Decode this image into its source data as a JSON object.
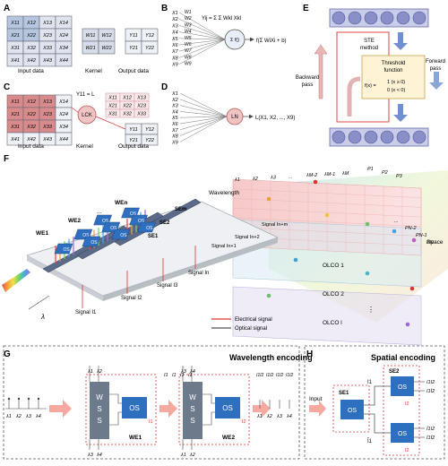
{
  "panels": {
    "A": {
      "letter": "A",
      "input_label": "Input data",
      "kernel_label": "Kernel",
      "output_label": "Output data",
      "input_cells": [
        "X11",
        "X12",
        "X13",
        "X14",
        "X21",
        "X22",
        "X23",
        "X24",
        "X31",
        "X32",
        "X33",
        "X34",
        "X41",
        "X42",
        "X43",
        "X44"
      ],
      "kernel_cells": [
        "W11",
        "W12",
        "W21",
        "W22"
      ],
      "output_cells": [
        "Y11",
        "Y12",
        "Y21",
        "Y22"
      ],
      "formula": "Yij = Σ Σ Wkl Xkl"
    },
    "B": {
      "letter": "B",
      "inputs": [
        "X1",
        "X2",
        "X3",
        "X4",
        "X5",
        "X6",
        "X7",
        "X8",
        "X9"
      ],
      "weights": [
        "W1",
        "W2",
        "W3",
        "W4",
        "W5",
        "W6",
        "W7",
        "W8",
        "W9"
      ],
      "node": "Σ f()",
      "formula": "f(Σ WiXi + b)"
    },
    "C": {
      "letter": "C",
      "input_label": "Input data",
      "kernel_label": "Kernel",
      "output_label": "Output data",
      "input_cells": [
        "X11",
        "X12",
        "X13",
        "X14",
        "X21",
        "X22",
        "X23",
        "X24",
        "X31",
        "X32",
        "X33",
        "X34",
        "X41",
        "X42",
        "X43",
        "X44"
      ],
      "node": "LCK",
      "formula": "Y11 = L",
      "matrix": [
        "X11",
        "X12",
        "X13",
        "X21",
        "X22",
        "X23",
        "X31",
        "X32",
        "X33"
      ],
      "output_cells": [
        "Y11",
        "Y12",
        "Y21",
        "Y22"
      ]
    },
    "D": {
      "letter": "D",
      "inputs": [
        "X1",
        "X2",
        "X3",
        "X4",
        "X5",
        "X6",
        "X7",
        "X8",
        "X9"
      ],
      "node": "LN",
      "formula": "L(X1, X2, ..., X9)"
    },
    "E": {
      "letter": "E",
      "ste_line1": "STE",
      "ste_line2": "method",
      "threshold_line1": "Threshold",
      "threshold_line2": "function",
      "fx": "f(x) =",
      "case1": "1 (x ≥ 0)",
      "case2": "0 (x < 0)",
      "backward_line1": "Backward",
      "backward_line2": "pass",
      "forward_line1": "Forward",
      "forward_line2": "pass"
    },
    "F": {
      "letter": "F",
      "wavelength_label": "Wavelength",
      "space_label": "Space",
      "lambda_labels": [
        "λ1",
        "λ2",
        "λ3",
        "...",
        "λM-2",
        "λM-1",
        "λM"
      ],
      "p_labels": [
        "P1",
        "P2",
        "P3",
        "...",
        "PN-2",
        "PN-1",
        "PN"
      ],
      "olco_labels": [
        "OLCO 1",
        "OLCO 2",
        "⋮",
        "OLCO l"
      ],
      "we_labels": [
        "WE1",
        "WE2",
        "...",
        "WEn"
      ],
      "se_labels": [
        "SEm",
        "SE2",
        "SE1"
      ],
      "os_label": "OS",
      "signal_labels": [
        "Signal I1",
        "Signal I2",
        "Signal I3",
        "Signal In"
      ],
      "signal_right": [
        "Signal In+1",
        "Signal In+2",
        "Signal In+m"
      ],
      "lambda_axis": "λ",
      "legend_electrical": "Electrical signal",
      "legend_optical": "Optical signal"
    },
    "G": {
      "letter": "G",
      "title": "Wavelength encoding",
      "wss": "W S S",
      "os": "OS",
      "we1": "WE1",
      "we2": "WE2",
      "top_lambdas": [
        "λ1",
        "λ2"
      ],
      "top_lambdas2": [
        "λ3",
        "λ4"
      ],
      "in_lambdas": [
        "λ1",
        "λ2",
        "λ3",
        "λ4"
      ],
      "out_lambdas": [
        "λ1",
        "λ2",
        "λ3",
        "λ4"
      ],
      "bottom_lambdas": [
        "λ3",
        "λ4"
      ],
      "bottom_lambdas2": [
        "λ1",
        "λ2"
      ],
      "i_mid": [
        "I1",
        "I1",
        "I1",
        "I1"
      ],
      "i_out": [
        "I1I2",
        "I1I2",
        "I1I2",
        "I1I2"
      ],
      "i1": "I1",
      "i2": "I2"
    },
    "H": {
      "letter": "H",
      "title": "Spatial encoding",
      "input": "Input",
      "se1": "SE1",
      "se2": "SE2",
      "os": "OS",
      "i1": "I1",
      "i1bar": "Ī1",
      "i2": "I2",
      "outputs": [
        "I1I2",
        "I1Ī2",
        "Ī1I2",
        "Ī1Ī2"
      ]
    }
  }
}
